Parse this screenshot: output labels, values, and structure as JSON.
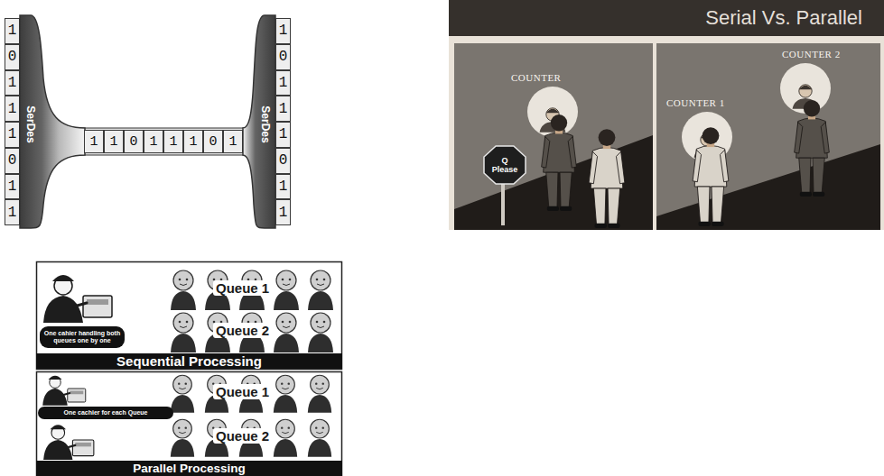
{
  "diagram": {
    "nodes": [
      {
        "text": [
          "1"
        ]
      },
      {
        "text": [
          "0"
        ]
      },
      {
        "text": [
          "1"
        ]
      },
      {
        "text": [
          "1"
        ]
      },
      {
        "text": [
          "1"
        ]
      },
      {
        "text": [
          "0"
        ]
      },
      {
        "text": [
          "1"
        ]
      },
      {
        "text": [
          "1"
        ]
      },
      {
        "text": [
          "SerDes"
        ]
      },
      {
        "text": [
          "1"
        ]
      },
      {
        "text": [
          "1"
        ]
      },
      {
        "text": [
          "0"
        ]
      },
      {
        "text": [
          "1"
        ]
      },
      {
        "text": [
          "1"
        ]
      },
      {
        "text": [
          "1"
        ]
      },
      {
        "text": [
          "0"
        ]
      },
      {
        "text": [
          "1"
        ]
      },
      {
        "text": [
          "SerDes"
        ]
      },
      {
        "text": [
          "1"
        ]
      },
      {
        "text": [
          "0"
        ]
      },
      {
        "text": [
          "1"
        ]
      },
      {
        "text": [
          "1"
        ]
      },
      {
        "text": [
          "1"
        ]
      },
      {
        "text": [
          "0"
        ]
      },
      {
        "text": [
          "1"
        ]
      },
      {
        "text": [
          "1"
        ]
      },
      {
        "text": [
          "Serial Vs. Parallel"
        ]
      },
      {
        "text": [
          "Q Please"
        ]
      },
      {
        "text": [
          "One cahier handling both queues one by one"
        ]
      },
      {
        "text": [
          "Sequential Processing"
        ]
      },
      {
        "text": [
          "One cachier for each Queue"
        ]
      },
      {
        "text": [
          "Parallel Processing"
        ]
      }
    ],
    "labels": [
      "COUNTER",
      "COUNTER 1",
      "COUNTER 2",
      "Queue 1",
      "Queue 2",
      "Queue 1",
      "Queue 2"
    ]
  }
}
